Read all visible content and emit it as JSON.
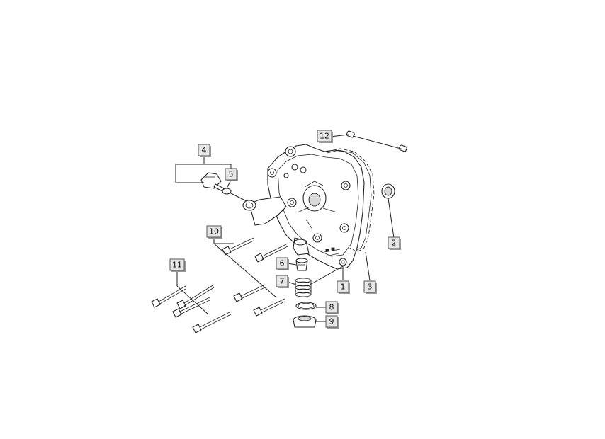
{
  "diagram": {
    "type": "exploded-parts-view",
    "callouts": [
      {
        "id": "c1",
        "label": "1"
      },
      {
        "id": "c2",
        "label": "2"
      },
      {
        "id": "c3",
        "label": "3"
      },
      {
        "id": "c4",
        "label": "4"
      },
      {
        "id": "c5",
        "label": "5"
      },
      {
        "id": "c6",
        "label": "6"
      },
      {
        "id": "c7",
        "label": "7"
      },
      {
        "id": "c8",
        "label": "8"
      },
      {
        "id": "c9",
        "label": "9"
      },
      {
        "id": "c10",
        "label": "10"
      },
      {
        "id": "c11",
        "label": "11"
      },
      {
        "id": "c12",
        "label": "12"
      }
    ],
    "colors": {
      "background": "#ffffff",
      "callout_fill": "#e6e6e6",
      "line": "#222222"
    }
  }
}
